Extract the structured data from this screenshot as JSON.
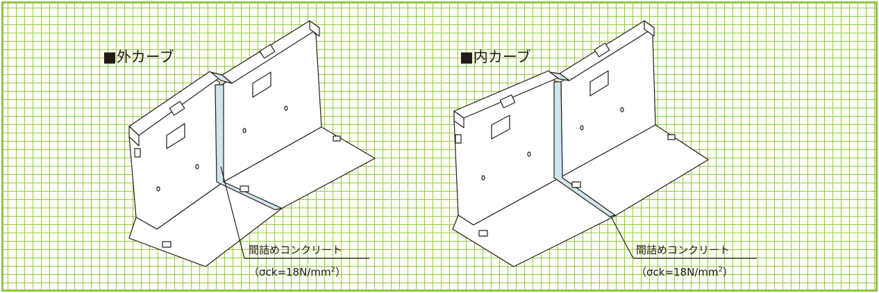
{
  "panels": [
    {
      "title": "■外カーブ",
      "label_main": "間詰めコンクリート",
      "label_sub_prefix": "（σck=18N/mm",
      "label_sub_exp": "2",
      "label_sub_suffix": "）"
    },
    {
      "title": "■内カーブ",
      "label_main": "間詰めコンクリート",
      "label_sub_prefix": "（σck=18N/mm",
      "label_sub_exp": "2",
      "label_sub_suffix": "）"
    }
  ],
  "colors": {
    "grid": "#8dc63f",
    "grid_background": "#fdfff5",
    "line": "#231815",
    "joint_fill": "#cfe6ee"
  }
}
